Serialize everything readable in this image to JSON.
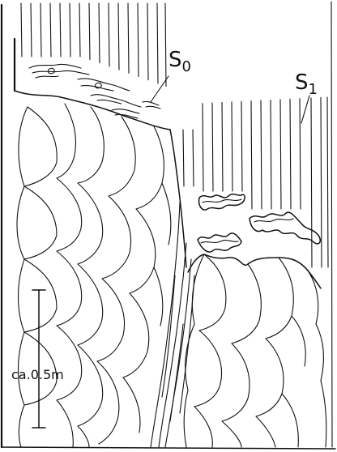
{
  "labels": {
    "s0": {
      "main": "S",
      "sub": "0"
    },
    "s1": {
      "main": "S",
      "sub": "1"
    }
  },
  "scale_bar": {
    "label": "ca.0.5m"
  },
  "colors": {
    "ink": "#111111",
    "paper": "#ffffff"
  }
}
